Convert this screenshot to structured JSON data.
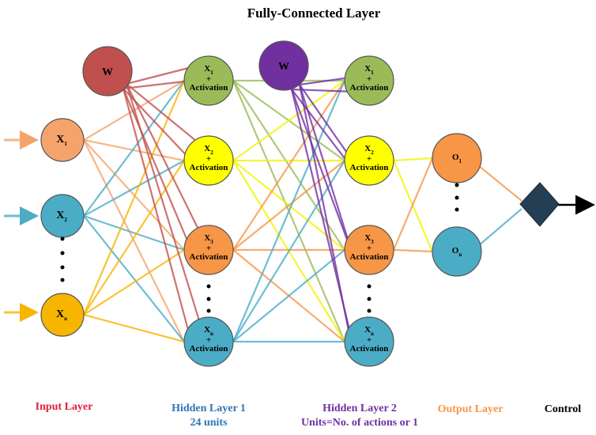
{
  "title": "Fully-Connected Layer",
  "colors": {
    "input_x1": "#F4A46B",
    "input_x2": "#4BACC6",
    "input_xn": "#F7B500",
    "weight1": "#C0504D",
    "weight2": "#7030A0",
    "h1_node1": "#9BBB59",
    "h1_node2": "#FFFF00",
    "h1_node3": "#F79646",
    "h1_nodeN": "#4BACC6",
    "output": "#F79646",
    "output_n": "#4BACC6",
    "control": "#243F53"
  },
  "weights": [
    {
      "id": "w1",
      "label": "W"
    },
    {
      "id": "w2",
      "label": "W"
    }
  ],
  "input_layer": {
    "label": "Input Layer",
    "label_color": "#E0203A",
    "nodes": [
      {
        "main": "X",
        "sub": "1"
      },
      {
        "main": "X",
        "sub": "2"
      },
      {
        "main": "X",
        "sub": "n"
      }
    ]
  },
  "hidden_layer_1": {
    "label": "Hidden Layer 1",
    "label2": "24 units",
    "label_color": "#2E75B6",
    "nodes": [
      {
        "main": "X",
        "sub": "1",
        "plus": "+",
        "act": "Activation"
      },
      {
        "main": "X",
        "sub": "2",
        "plus": "+",
        "act": "Activation"
      },
      {
        "main": "X",
        "sub": "3",
        "plus": "+",
        "act": "Activation"
      },
      {
        "main": "X",
        "sub": "n",
        "plus": "+",
        "act": "Activation"
      }
    ]
  },
  "hidden_layer_2": {
    "label": "Hidden Layer 2",
    "label2": "Units=No. of actions or 1",
    "label_color": "#7030A0",
    "nodes": [
      {
        "main": "X",
        "sub": "1",
        "plus": "+",
        "act": "Activation"
      },
      {
        "main": "X",
        "sub": "2",
        "plus": "+",
        "act": "Activation"
      },
      {
        "main": "X",
        "sub": "3",
        "plus": "+",
        "act": "Activation"
      },
      {
        "main": "X",
        "sub": "n",
        "plus": "+",
        "act": "Activation"
      }
    ]
  },
  "output_layer": {
    "label": "Output Layer",
    "label_color": "#F79646",
    "nodes": [
      {
        "main": "O",
        "sub": "1"
      },
      {
        "main": "O",
        "sub": "n"
      }
    ]
  },
  "control": {
    "label": "Control",
    "label_color": "#000000"
  }
}
